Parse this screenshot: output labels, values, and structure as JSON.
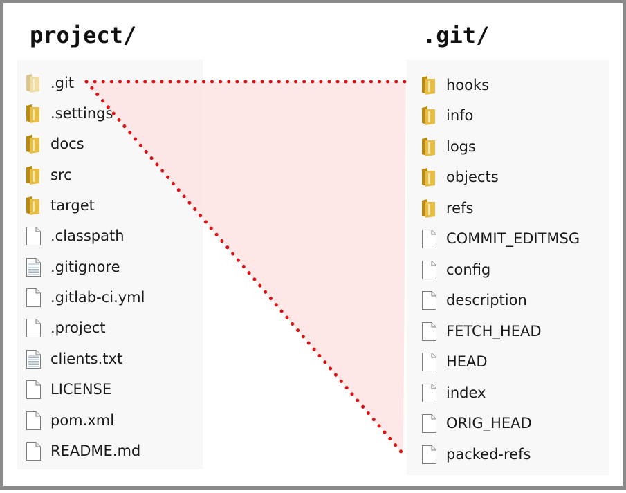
{
  "project": {
    "title": "project/",
    "items": [
      {
        "label": ".git",
        "kind": "folder-faded"
      },
      {
        "label": ".settings",
        "kind": "folder"
      },
      {
        "label": "docs",
        "kind": "folder"
      },
      {
        "label": "src",
        "kind": "folder"
      },
      {
        "label": "target",
        "kind": "folder"
      },
      {
        "label": ".classpath",
        "kind": "file"
      },
      {
        "label": ".gitignore",
        "kind": "text"
      },
      {
        "label": ".gitlab-ci.yml",
        "kind": "file"
      },
      {
        "label": ".project",
        "kind": "file"
      },
      {
        "label": "clients.txt",
        "kind": "text"
      },
      {
        "label": "LICENSE",
        "kind": "file"
      },
      {
        "label": "pom.xml",
        "kind": "file"
      },
      {
        "label": "README.md",
        "kind": "file"
      }
    ]
  },
  "git": {
    "title": ".git/",
    "items": [
      {
        "label": "hooks",
        "kind": "folder"
      },
      {
        "label": "info",
        "kind": "folder"
      },
      {
        "label": "logs",
        "kind": "folder"
      },
      {
        "label": "objects",
        "kind": "folder"
      },
      {
        "label": "refs",
        "kind": "folder"
      },
      {
        "label": "COMMIT_EDITMSG",
        "kind": "file"
      },
      {
        "label": "config",
        "kind": "file"
      },
      {
        "label": "description",
        "kind": "file"
      },
      {
        "label": "FETCH_HEAD",
        "kind": "file"
      },
      {
        "label": "HEAD",
        "kind": "file"
      },
      {
        "label": "index",
        "kind": "file"
      },
      {
        "label": "ORIG_HEAD",
        "kind": "file"
      },
      {
        "label": "packed-refs",
        "kind": "file"
      }
    ]
  },
  "colors": {
    "connector": "#d91414",
    "connector_fill": "#fde3e3",
    "folder": "#e7be45",
    "folder_dark": "#b98a14"
  }
}
